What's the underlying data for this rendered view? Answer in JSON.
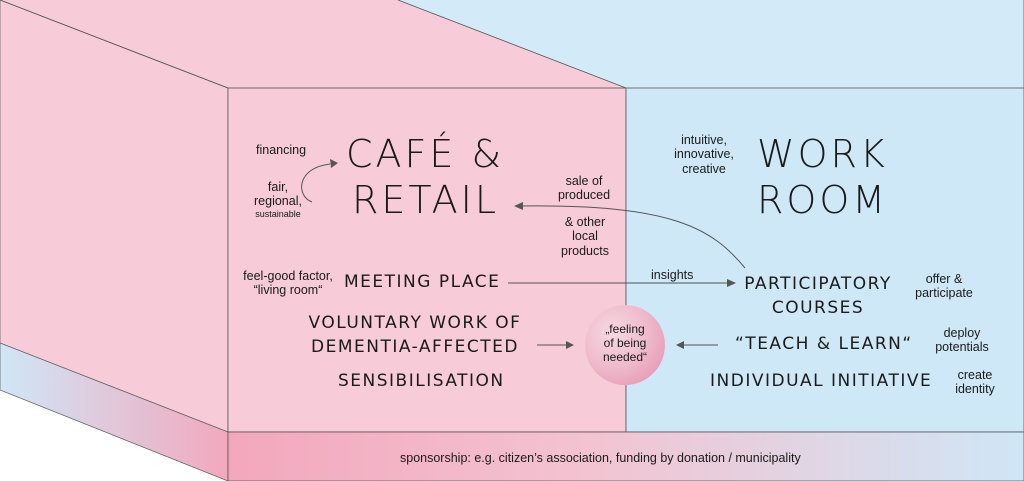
{
  "cafe": {
    "title_line1": "CAFÉ &",
    "title_line2": "RETAIL",
    "financing": "financing",
    "fair_line1": "fair,",
    "fair_line2": "regional,",
    "sustainable": "sustainable",
    "meeting_place": "MEETING PLACE",
    "feel_good_line1": "feel-good factor,",
    "feel_good_line2": "“living room“",
    "voluntary_line1": "VOLUNTARY WORK OF",
    "voluntary_line2": "DEMENTIA-AFFECTED",
    "sensibilisation": "SENSIBILISATION"
  },
  "center": {
    "sale_line1": "sale of",
    "sale_line2": "produced",
    "other_line1": "& other",
    "other_line2": "local",
    "other_line3": "products",
    "insights": "insights",
    "feeling_line1": "„feeling",
    "feeling_line2": "of being",
    "feeling_line3": "needed“"
  },
  "work": {
    "title_line1": "WORK",
    "title_line2": "ROOM",
    "intuitive_line1": "intuitive,",
    "intuitive_line2": "innovative,",
    "intuitive_line3": "creative",
    "courses_line1": "PARTICIPATORY",
    "courses_line2": "COURSES",
    "offer_line1": "offer &",
    "offer_line2": "participate",
    "teach": "“TEACH & LEARN“",
    "deploy_line1": "deploy",
    "deploy_line2": "potentials",
    "initiative": "INDIVIDUAL INITIATIVE",
    "identity_line1": "create",
    "identity_line2": "identity"
  },
  "sponsorship": "sponsorship: e.g. citizen’s association, funding by donation / municipality",
  "colors": {
    "pink": "#f7cbd7",
    "blue": "#cfe8f8",
    "bubble_pink": "#e9a9bf",
    "line": "#555555"
  }
}
